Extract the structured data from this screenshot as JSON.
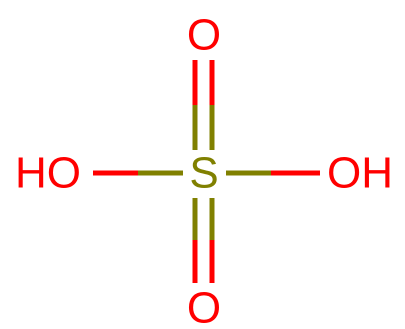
{
  "molecule": {
    "atoms": {
      "sulfur": {
        "label": "S",
        "color": "#808000"
      },
      "oxygen_top": {
        "label": "O",
        "color": "#ff0000"
      },
      "oxygen_bottom": {
        "label": "O",
        "color": "#ff0000"
      },
      "hydroxyl_left": {
        "label": "HO",
        "color": "#ff0000"
      },
      "hydroxyl_right": {
        "label": "OH",
        "color": "#ff0000"
      }
    },
    "colors": {
      "sulfur": "#808000",
      "oxygen": "#ff0000"
    }
  }
}
